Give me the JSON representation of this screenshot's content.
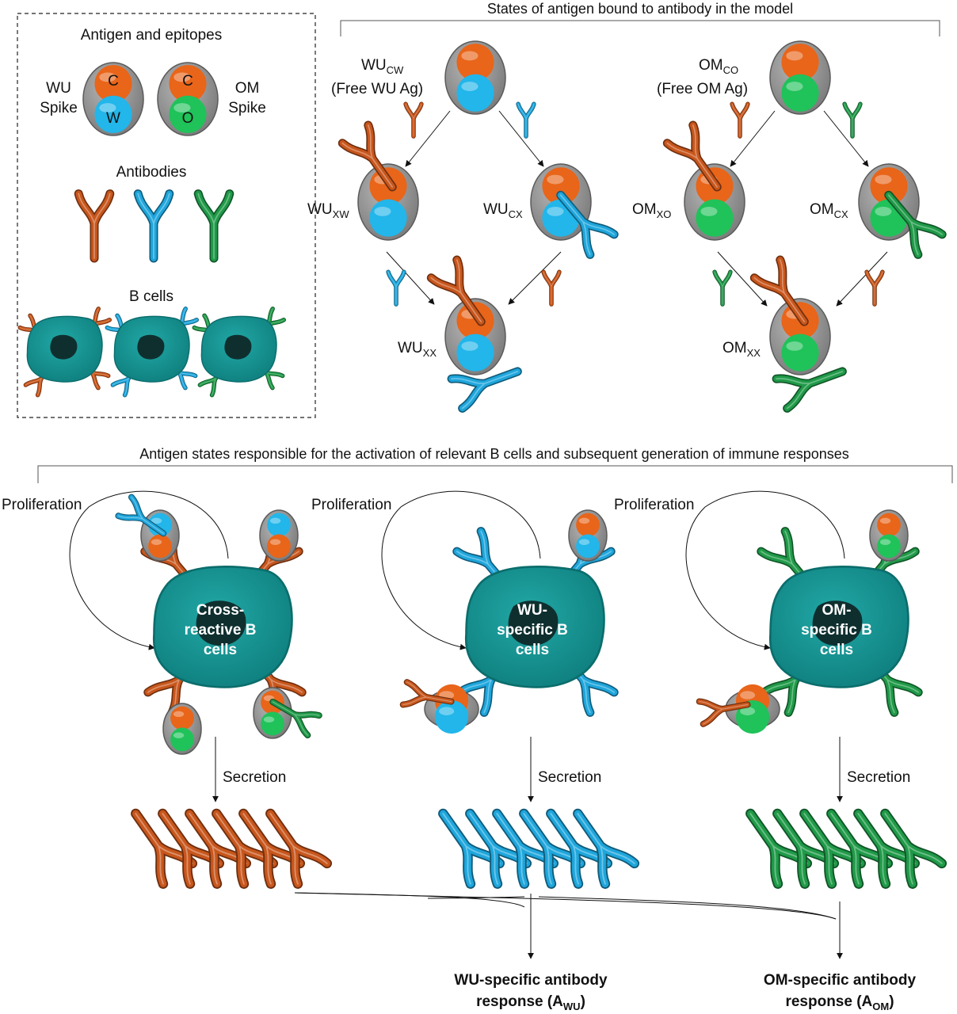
{
  "colors": {
    "orange": "#c8561c",
    "blue": "#1ea6dc",
    "green": "#1f9a48",
    "antigen_gray": "#8c8c8c",
    "cell_teal": "#13908f",
    "nucleus": "#0f2f2f",
    "epitope_c": "#e8651a",
    "epitope_w": "#22b6ea",
    "epitope_o": "#20c25a"
  },
  "legend": {
    "antigen_title": "Antigen and epitopes",
    "wu_spike": [
      "WU",
      "Spike"
    ],
    "om_spike": [
      "OM",
      "Spike"
    ],
    "epitope_c": "C",
    "epitope_w": "W",
    "epitope_o": "O",
    "antibodies_title": "Antibodies",
    "bcells_title": "B cells"
  },
  "states": {
    "title": "States of antigen bound to antibody in the model",
    "wu_free": {
      "main": "WU",
      "sub": "CW",
      "desc": "(Free WU Ag)"
    },
    "om_free": {
      "main": "OM",
      "sub": "CO",
      "desc": "(Free OM Ag)"
    },
    "wu_xw": {
      "main": "WU",
      "sub": "XW"
    },
    "wu_cx": {
      "main": "WU",
      "sub": "CX"
    },
    "wu_xx": {
      "main": "WU",
      "sub": "XX"
    },
    "om_xo": {
      "main": "OM",
      "sub": "XO"
    },
    "om_cx": {
      "main": "OM",
      "sub": "CX"
    },
    "om_xx": {
      "main": "OM",
      "sub": "XX"
    }
  },
  "activation": {
    "title": "Antigen states responsible for the activation of relevant B cells and subsequent generation of immune responses",
    "proliferation": "Proliferation",
    "secretion": "Secretion",
    "cross_cell": [
      "Cross-",
      "reactive B",
      "cells"
    ],
    "wu_cell": [
      "WU-",
      "specific B",
      "cells"
    ],
    "om_cell": [
      "OM-",
      "specific B",
      "cells"
    ]
  },
  "responses": {
    "wu": {
      "line1": "WU-specific antibody",
      "line2_prefix": "response (A",
      "sub": "WU",
      "suffix": ")"
    },
    "om": {
      "line1": "OM-specific antibody",
      "line2_prefix": "response (A",
      "sub": "OM",
      "suffix": ")"
    }
  }
}
